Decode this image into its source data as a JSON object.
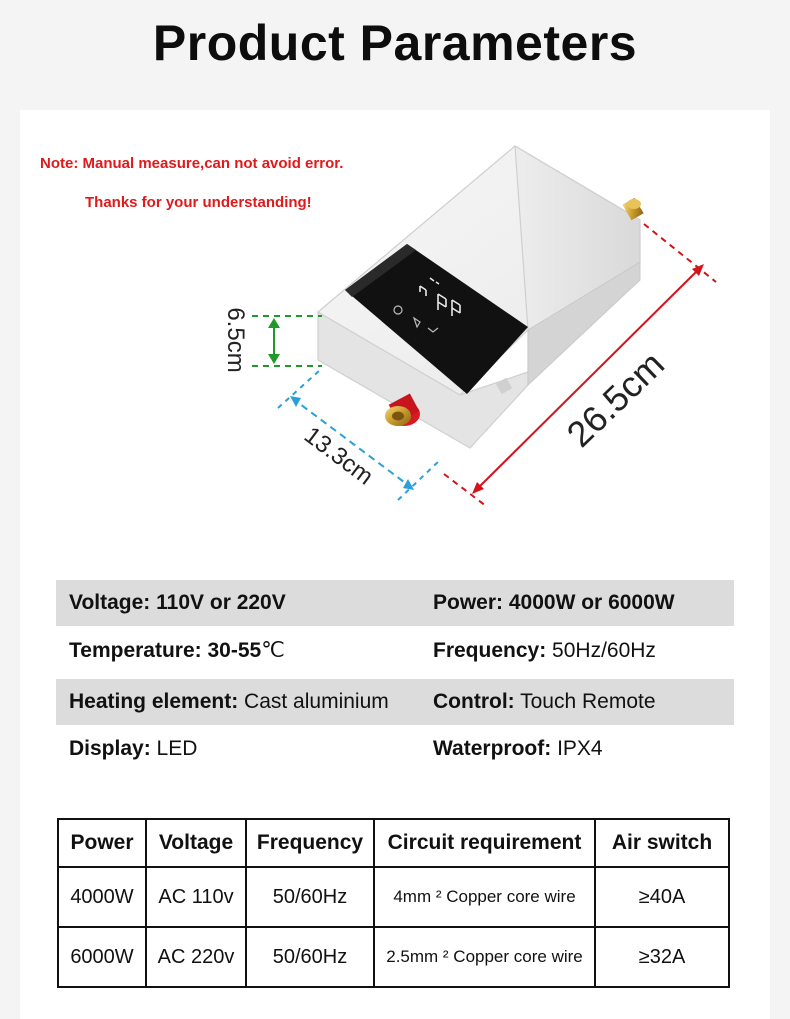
{
  "title": "Product Parameters",
  "notes": {
    "line1": "Note: Manual measure,can not avoid error.",
    "line2": "Thanks for your understanding!"
  },
  "dimensions": {
    "height": "6.5cm",
    "depth": "13.3cm",
    "length": "26.5cm"
  },
  "parameters": [
    {
      "left_label": "Voltage:",
      "left_value": "110V or 220V",
      "left_value_bold": true,
      "right_label": "Power:",
      "right_value": "4000W or 6000W",
      "right_value_bold": true,
      "shaded": true
    },
    {
      "left_label": "Temperature:",
      "left_value": "30-55",
      "left_unit": "℃",
      "left_value_bold": true,
      "right_label": "Frequency:",
      "right_value": "50Hz/60Hz",
      "right_value_bold": false,
      "shaded": false
    },
    {
      "left_label": "Heating element:",
      "left_value": "Cast aluminium",
      "left_value_bold": false,
      "right_label": "Control:",
      "right_value": "Touch Remote",
      "right_value_bold": false,
      "shaded": true
    },
    {
      "left_label": "Display:",
      "left_value": "LED",
      "left_value_bold": false,
      "right_label": "Waterproof:",
      "right_value": "IPX4",
      "right_value_bold": false,
      "shaded": false
    }
  ],
  "table": {
    "headers": [
      "Power",
      "Voltage",
      "Frequency",
      "Circuit requirement",
      "Air switch"
    ],
    "rows": [
      [
        "4000W",
        "AC 110v",
        "50/60Hz",
        "4mm ² Copper core wire",
        "≥40A"
      ],
      [
        "6000W",
        "AC 220v",
        "50/60Hz",
        "2.5mm ² Copper core wire",
        "≥32A"
      ]
    ]
  },
  "colors": {
    "note_red": "#e0191b",
    "dim_green": "#1d9a2a",
    "dim_blue": "#2a9fd8",
    "dim_red": "#d2141c",
    "row_shade": "#dcdcdc"
  }
}
